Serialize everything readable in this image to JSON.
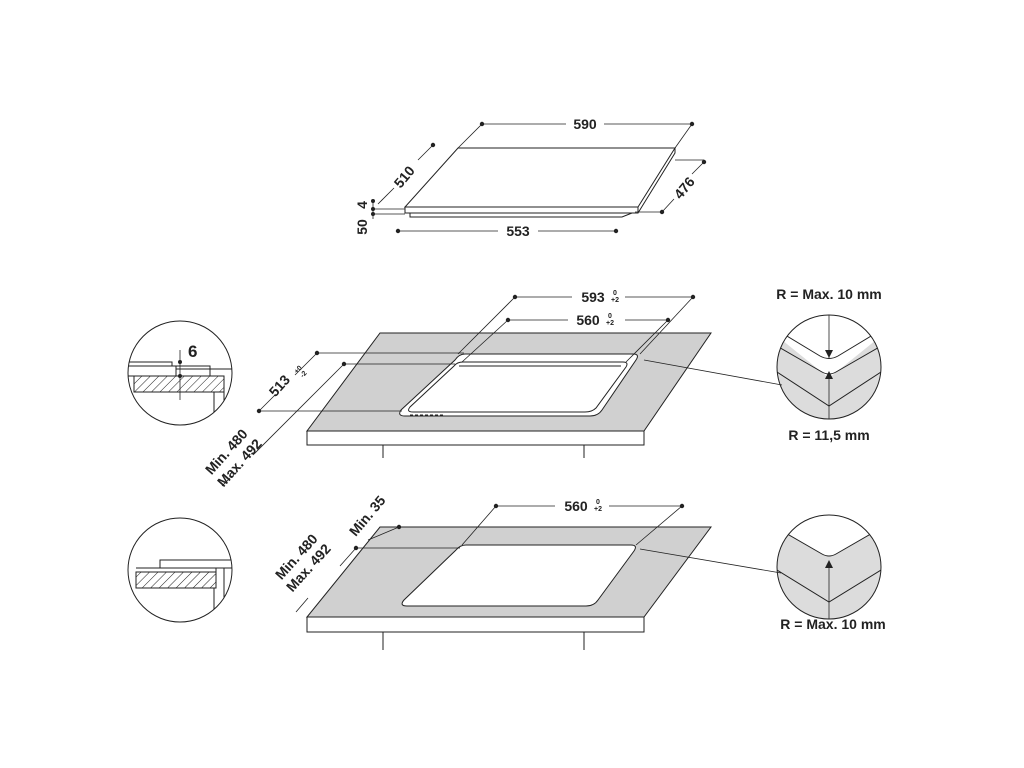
{
  "hob": {
    "width": "590",
    "depth": "510",
    "thickness_top": "4",
    "height": "50",
    "base_width": "553",
    "base_depth": "476"
  },
  "cutout_flush": {
    "outer_width": "593",
    "outer_width_tol_upper": "0",
    "outer_width_tol_lower": "+2",
    "inner_width": "560",
    "inner_width_tol_upper": "0",
    "inner_width_tol_lower": "+2",
    "depth": "513",
    "depth_tol_upper": "+0",
    "depth_tol_lower": "-2",
    "worktop_min": "Min. 480",
    "worktop_max": "Max. 492",
    "recess_depth": "6",
    "corner_outer": "R = Max. 10 mm",
    "corner_inner": "R = 11,5 mm"
  },
  "cutout_standard": {
    "width": "560",
    "width_tol_upper": "0",
    "width_tol_lower": "+2",
    "worktop_min": "Min. 480",
    "worktop_max": "Max. 492",
    "edge_min": "Min. 35",
    "corner": "R = Max. 10 mm"
  },
  "colors": {
    "line": "#222222",
    "worktop_fill": "#d0d0d0",
    "detail_fill": "#dcdcdc"
  }
}
